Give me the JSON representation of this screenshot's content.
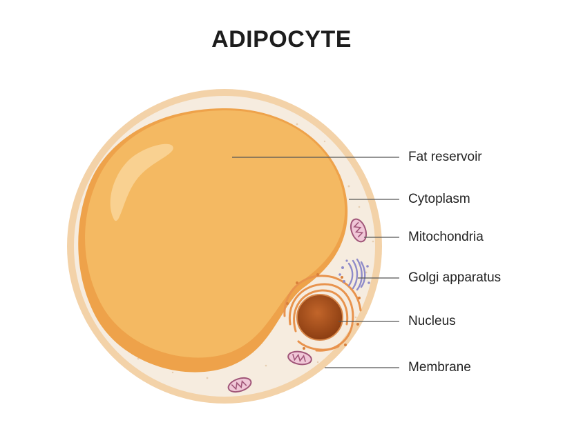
{
  "title": "ADIPOCYTE",
  "labels": {
    "fat_reservoir": "Fat reservoir",
    "cytoplasm": "Cytoplasm",
    "mitochondria": "Mitochondria",
    "golgi": "Golgi apparatus",
    "nucleus": "Nucleus",
    "membrane": "Membrane"
  },
  "colors": {
    "membrane": "#f3d2a8",
    "cytoplasm": "#f6ecdf",
    "fat": "#f4b962",
    "fat_shadow": "#eea24a",
    "nucleus": "#a5501c",
    "er": "#e8934d",
    "mitochondria": "#b06a8c",
    "golgi": "#8f8bc9",
    "leader_line": "#555555"
  }
}
